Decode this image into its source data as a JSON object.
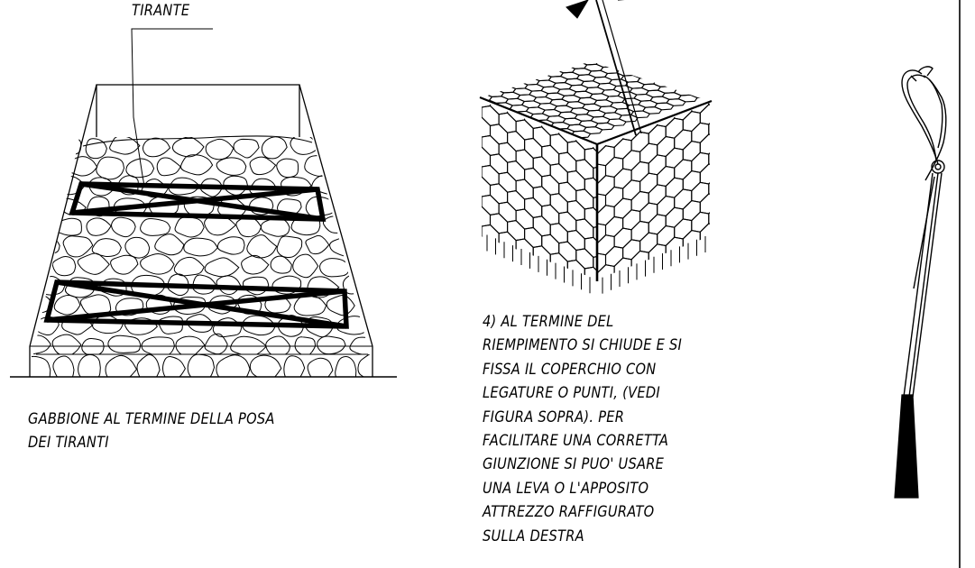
{
  "labels": {
    "tie_rod": "TIRANTE"
  },
  "captions": {
    "gabion": [
      "GABBIONE AL TERMINE DELLA POSA",
      "DEI TIRANTI"
    ],
    "step4": [
      "4) AL TERMINE DEL",
      "RIEMPIMENTO SI CHIUDE E SI",
      "FISSA IL COPERCHIO CON",
      "LEGATURE O PUNTI, (VEDI",
      "FIGURA SOPRA). PER",
      "FACILITARE UNA CORRETTA",
      "GIUNZIONE SI PUO' USARE",
      "UNA LEVA O L'APPOSITO",
      "ATTREZZO RAFFIGURATO",
      "SULLA DESTRA"
    ]
  },
  "colors": {
    "line": "#000000",
    "background": "#ffffff"
  },
  "icons": [
    "gabion-drawing",
    "wire-mesh-drawing",
    "closing-tool-drawing"
  ]
}
